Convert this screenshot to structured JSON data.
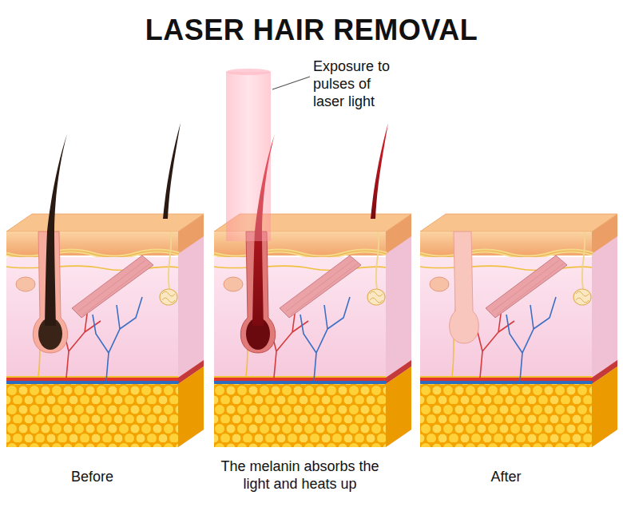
{
  "diagram": {
    "title": "LASER HAIR REMOVAL",
    "labels": [
      "Exposure to pulses of laser light",
      "Before",
      "The melanin absorbs the light and heats up",
      "After"
    ]
  }
}
